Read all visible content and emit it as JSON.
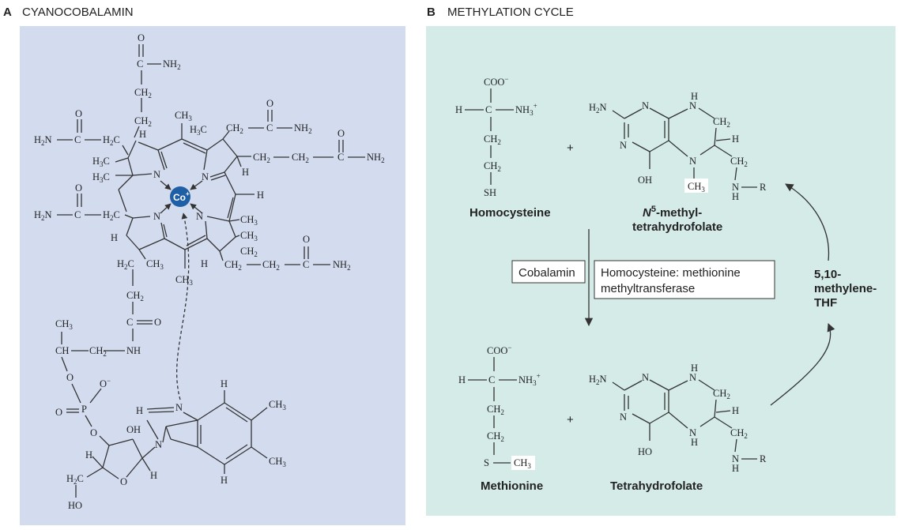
{
  "panels": {
    "a": {
      "letter": "A",
      "title": "CYANOCOBALAMIN"
    },
    "b": {
      "letter": "B",
      "title": "METHYLATION CYCLE"
    }
  },
  "colors": {
    "panel_a_bg": "#d3dcef",
    "panel_b_bg": "#d4ebe8",
    "cobalt": "#1f5fa5",
    "ink": "#222222"
  },
  "cyanocobalamin": {
    "metal": "Co",
    "metal_charge": "+",
    "atoms": {
      "n": "N",
      "h": "H",
      "o": "O",
      "p": "P",
      "nh": "NH",
      "ho": "HO",
      "oh": "OH",
      "ch": "CH",
      "c": "C"
    },
    "groups": {
      "ch2": "CH",
      "ch3": "CH",
      "h2n": "H",
      "nh2": "NH",
      "h2c": "H",
      "h3c": "H",
      "c_eq_o": "C",
      "o_minus": "O",
      "ch3_right": "CH"
    }
  },
  "methylation": {
    "homocysteine": {
      "name": "Homocysteine",
      "coo": "COO",
      "h": "H",
      "c": "C",
      "nh3": "NH",
      "ch2": "CH",
      "sh": "SH"
    },
    "methionine": {
      "name": "Methionine",
      "coo": "COO",
      "h": "H",
      "c": "C",
      "nh3": "NH",
      "ch2": "CH",
      "s": "S",
      "ch3": "CH"
    },
    "n5_methyl_thf": {
      "name_prefix": "N",
      "name_sup": "5",
      "name_rest": "-methyl-",
      "name_line2": "tetrahydrofolate"
    },
    "thf": {
      "name": "Tetrahydrofolate"
    },
    "plus": "+",
    "cofactor_box": "Cobalamin",
    "enzyme_box_line1": "Homocysteine: methionine",
    "enzyme_box_line2": "methyltransferase",
    "recycle_label_line1": "5,10-",
    "recycle_label_line2": "methylene-",
    "recycle_label_line3": "THF"
  }
}
